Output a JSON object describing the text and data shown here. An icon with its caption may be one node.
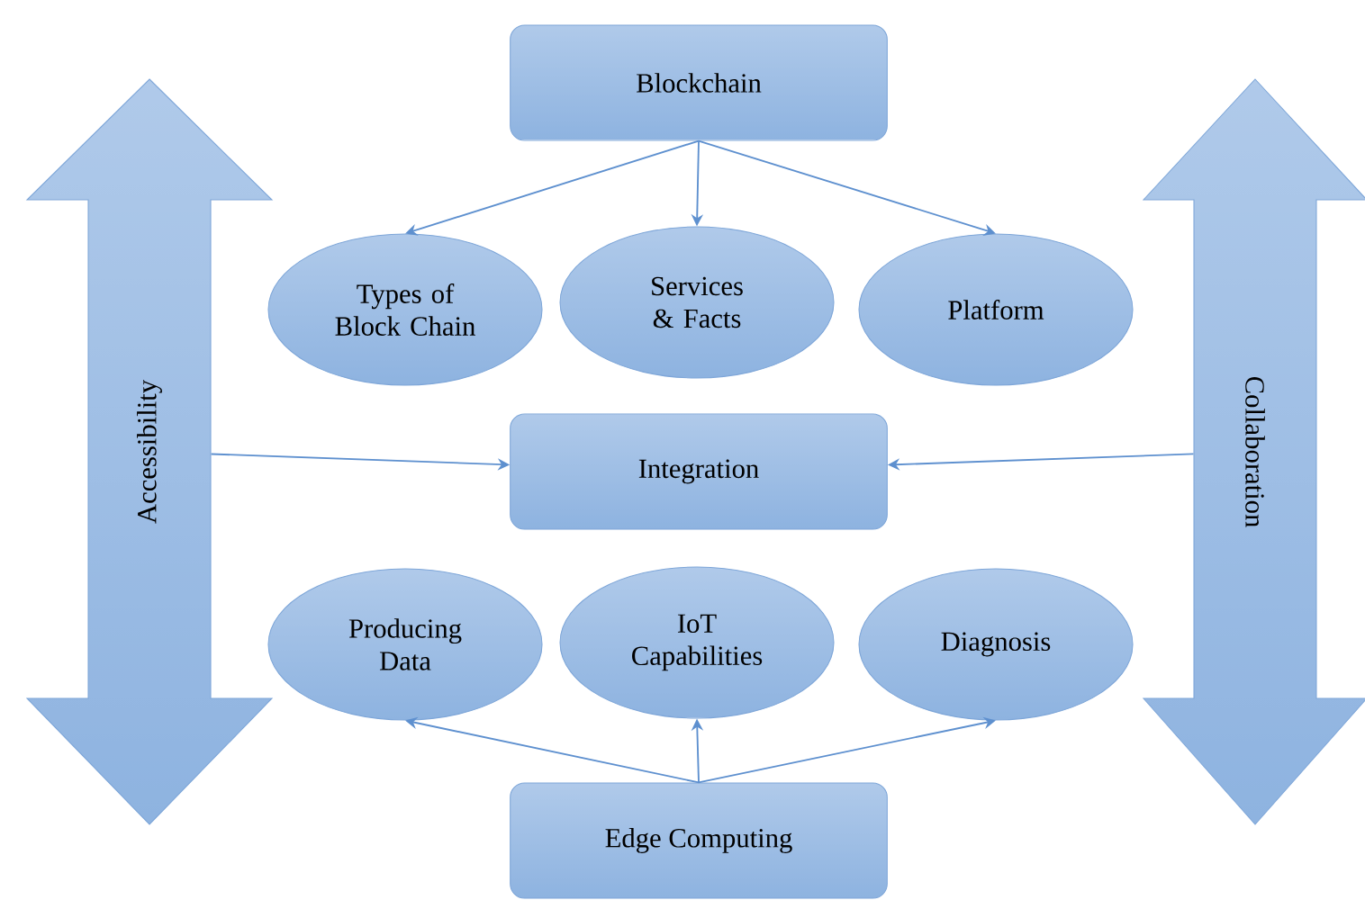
{
  "diagram": {
    "nodes": [
      {
        "text": [
          "Accessibility"
        ]
      },
      {
        "text": [
          "Blockchain"
        ]
      },
      {
        "text": [
          "Types of Block Chain"
        ]
      },
      {
        "text": [
          "Services & Facts"
        ]
      },
      {
        "text": [
          "Platform"
        ]
      },
      {
        "text": [
          "Integration"
        ]
      },
      {
        "text": [
          "Collaboration"
        ]
      },
      {
        "text": [
          "Producing Data"
        ]
      },
      {
        "text": [
          "IoT Capabilities"
        ]
      },
      {
        "text": [
          "Diagnosis"
        ]
      },
      {
        "text": [
          "Edge Computing"
        ]
      }
    ],
    "edges": [
      {
        "from": 1,
        "to": 2,
        "arrow": "to"
      },
      {
        "from": 1,
        "to": 3,
        "arrow": "to"
      },
      {
        "from": 1,
        "to": 4,
        "arrow": "to"
      },
      {
        "from": 0,
        "to": 5,
        "arrow": "to"
      },
      {
        "from": 6,
        "to": 5,
        "arrow": "to"
      },
      {
        "from": 10,
        "to": 7,
        "arrow": "to"
      },
      {
        "from": 10,
        "to": 8,
        "arrow": "to"
      },
      {
        "from": 10,
        "to": 9,
        "arrow": "to"
      }
    ]
  }
}
